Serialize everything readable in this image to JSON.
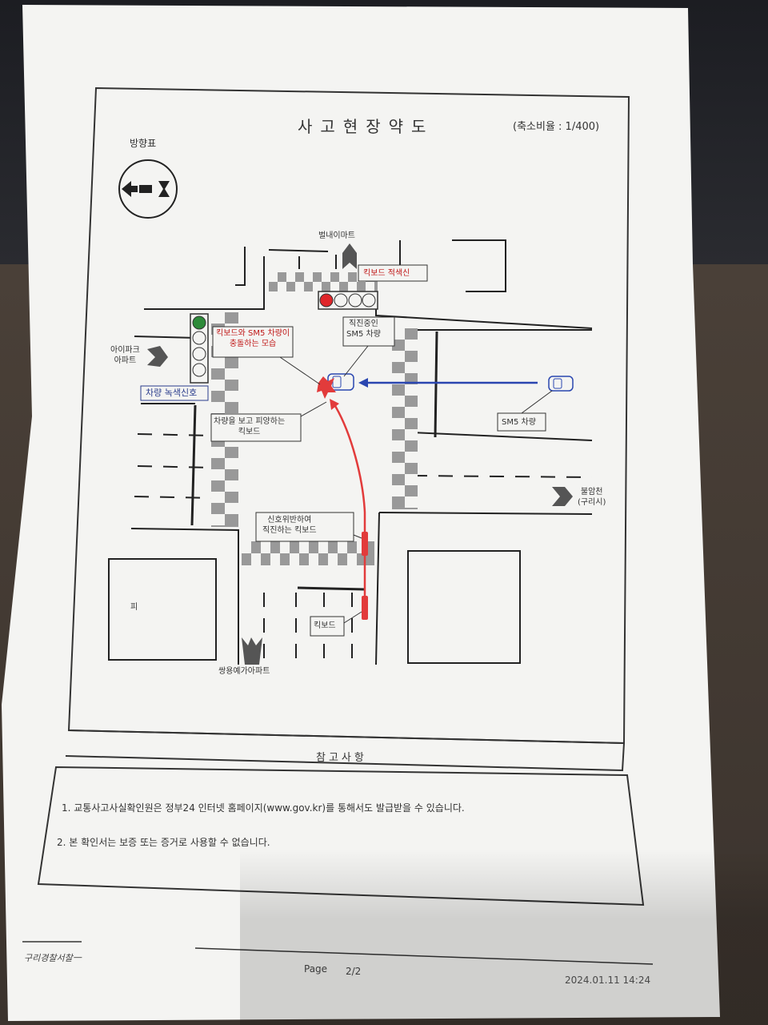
{
  "document": {
    "title": "사고현장약도",
    "scale_text": "(축소비율 : 1/400)",
    "direction_label": "방향표"
  },
  "map_labels": {
    "north_building": "벌내이마트",
    "kickboard_red_signal": "킥보드 적색신 ",
    "collision_desc_1": "킥보드와 SM5 차량이",
    "collision_desc_2": "충돌하는 모습",
    "straight_sm5_1": "직진중인",
    "straight_sm5_2": "SM5 차량",
    "ipark_1": "아이파크",
    "ipark_2": "아파트",
    "vehicle_green": "차량 녹색신호",
    "avoid_1": "차량을 보고 피양하는",
    "avoid_2": "킥보드",
    "sm5_vehicle": "SM5 차량",
    "bulamcheon_1": "불암천",
    "bulamcheon_2": "(구리시)",
    "violation_1": "신호위반하여",
    "violation_2": "직진하는 킥보드",
    "kickboard": "킥보드",
    "left_building": "피",
    "ssangyong": "쌍용예가아파트"
  },
  "notes": {
    "heading": "참고사항",
    "items": [
      "1. 교통사고사실확인원은 정부24 인터넷 홈페이지(www.gov.kr)를 통해서도 발급받을 수 있습니다.",
      "2. 본 확인서는 보증 또는 증거로 사용할 수 없습니다."
    ]
  },
  "footer": {
    "station": "구리경찰서찰一",
    "page_label": "Page",
    "page_number": "2/2",
    "datetime": "2024.01.11 14:24"
  },
  "colors": {
    "signal_red": "#e0262a",
    "signal_green": "#2e8b3a",
    "kickboard_path": "#e23b3b",
    "sm5_path": "#2a46b0"
  }
}
